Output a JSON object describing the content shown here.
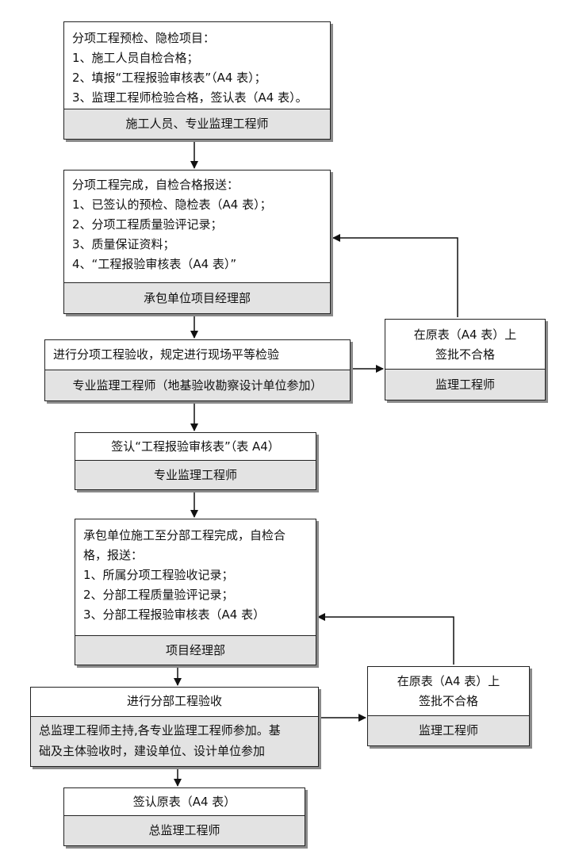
{
  "b1": {
    "lines": [
      "分项工程预检、隐检项目：",
      "1、施工人员自检合格；",
      "2、填报“工程报验审核表”（A4 表）；",
      "3、监理工程师检验合格，签认表（A4 表）。"
    ],
    "footer": "施工人员、专业监理工程师"
  },
  "b2": {
    "lines": [
      "分项工程完成，自检合格报送：",
      "1、已签认的预检、隐检表（A4 表）；",
      "2、分项工程质量验评记录；",
      "3、质量保证资料；",
      "4、“工程报验审核表（A4 表）”"
    ],
    "footer": "承包单位项目经理部"
  },
  "b3": {
    "line": "进行分项工程验收，规定进行现场平等检验",
    "footer": "专业监理工程师（地基验收勘察设计单位参加）"
  },
  "r1": {
    "lines": [
      "在原表（A4 表）上",
      "签批不合格"
    ],
    "footer": "监理工程师"
  },
  "b4": {
    "line": "签认“工程报验审核表”（表 A4）",
    "footer": "专业监理工程师"
  },
  "b5": {
    "lines": [
      "承包单位施工至分部工程完成，自检合",
      "格，报送：",
      "1、所属分项工程验收记录；",
      "2、分部工程质量验评记录；",
      "3、分部工程报验审核表（A4 表）"
    ],
    "footer": "项目经理部"
  },
  "b6": {
    "line": "进行分部工程验收",
    "footer_lines": [
      "总监理工程师主持,各专业监理工程师参加。基",
      "础及主体验收时，建设单位、设计单位参加"
    ]
  },
  "r2": {
    "lines": [
      "在原表（A4 表）上",
      "签批不合格"
    ],
    "footer": "监理工程师"
  },
  "b7": {
    "line": "签认原表（A4 表）",
    "footer": "总监理工程师"
  }
}
